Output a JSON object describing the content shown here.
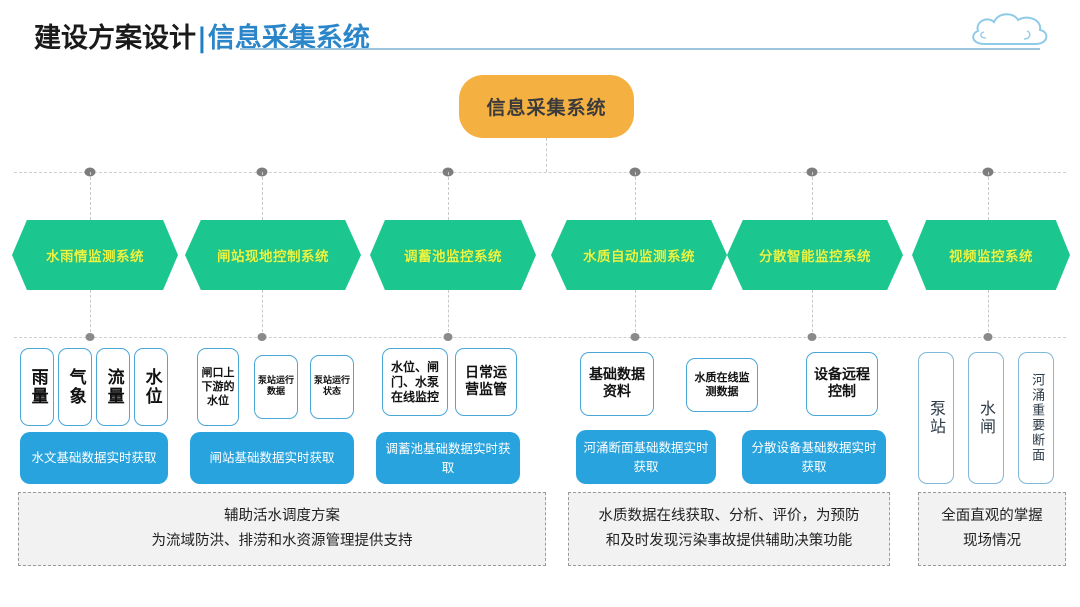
{
  "header": {
    "title_primary": "建设方案设计",
    "divider": "|",
    "title_secondary": "信息采集系统",
    "cloud_icon": "cloud-icon"
  },
  "root_node": {
    "label": "信息采集系统",
    "color": "#f5b042"
  },
  "colors": {
    "chevron_green": "#1cc68f",
    "chevron_text": "#e9f542",
    "card_border_blue": "#4aa7d8",
    "bluebar_fill": "#29a3dd",
    "panel_gray": "#f2f2f2",
    "title_blue": "#2b86c9"
  },
  "branches": [
    {
      "label": "水雨情监测系统"
    },
    {
      "label": "闸站现地控制系统"
    },
    {
      "label": "调蓄池监控系统"
    },
    {
      "label": "水质自动监测系统"
    },
    {
      "label": "分散智能监控系统"
    },
    {
      "label": "视频监控系统"
    }
  ],
  "detail_cards": {
    "group1": [
      "雨量",
      "气象",
      "流量",
      "水位"
    ],
    "group2": [
      "闸口上下游的水位",
      "泵站运行数据",
      "泵站运行状态"
    ],
    "group3": [
      "水位、闸门、水泵在线监控",
      "日常运营监管"
    ],
    "group4": [
      "基础数据资料",
      "水质在线监测数据"
    ],
    "group5": [
      "设备远程控制"
    ],
    "group6": [
      "泵站",
      "水闸",
      "河涌重要断面"
    ]
  },
  "blue_bars": [
    {
      "text": "水文基础数据实时获取"
    },
    {
      "text": "闸站基础数据实时获取"
    },
    {
      "text": "调蓄池基础数据实时获取"
    },
    {
      "text": "河涌断面基础数据实时获取"
    },
    {
      "text": "分散设备基础数据实时获取"
    }
  ],
  "summary_panels": [
    {
      "line1": "辅助活水调度方案",
      "line2": "为流域防洪、排涝和水资源管理提供支持"
    },
    {
      "line1": "水质数据在线获取、分析、评价，为预防",
      "line2": "和及时发现污染事故提供辅助决策功能"
    },
    {
      "line1": "全面直观的掌握",
      "line2": "现场情况"
    }
  ]
}
